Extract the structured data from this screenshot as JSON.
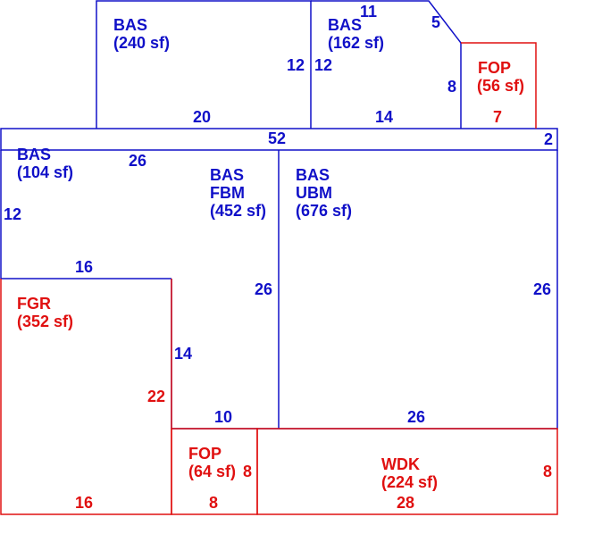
{
  "colors": {
    "blue": "#1010c8",
    "red": "#e01010",
    "background": "#ffffff"
  },
  "areas": {
    "bas_240": {
      "name": "BAS",
      "area": "(240 sf)"
    },
    "bas_162": {
      "name": "BAS",
      "area": "(162 sf)"
    },
    "fop_56": {
      "name": "FOP",
      "area": "(56 sf)"
    },
    "bas_104": {
      "name": "BAS",
      "area": "(104 sf)"
    },
    "bas_fbm": {
      "name": "BAS",
      "sub": "FBM",
      "area": "(452 sf)"
    },
    "bas_ubm": {
      "name": "BAS",
      "sub": "UBM",
      "area": "(676 sf)"
    },
    "fgr": {
      "name": "FGR",
      "area": "(352 sf)"
    },
    "fop_64": {
      "name": "FOP",
      "area": "(64 sf)"
    },
    "wdk": {
      "name": "WDK",
      "area": "(224 sf)"
    }
  },
  "dimensions": {
    "d11": "11",
    "d5": "5",
    "d12_left": "12",
    "d12_right": "12",
    "d8_fop": "8",
    "d20": "20",
    "d14_top": "14",
    "d7": "7",
    "d52": "52",
    "d2": "2",
    "d26_top": "26",
    "d12_side": "12",
    "d16_mid": "16",
    "d26_fbm": "26",
    "d26_right": "26",
    "d14_mid": "14",
    "d22": "22",
    "d10": "10",
    "d26_bottom": "26",
    "d8_fop64": "8",
    "d8_wdk": "8",
    "d16_bottom": "16",
    "d8_bottom": "8",
    "d28": "28"
  }
}
